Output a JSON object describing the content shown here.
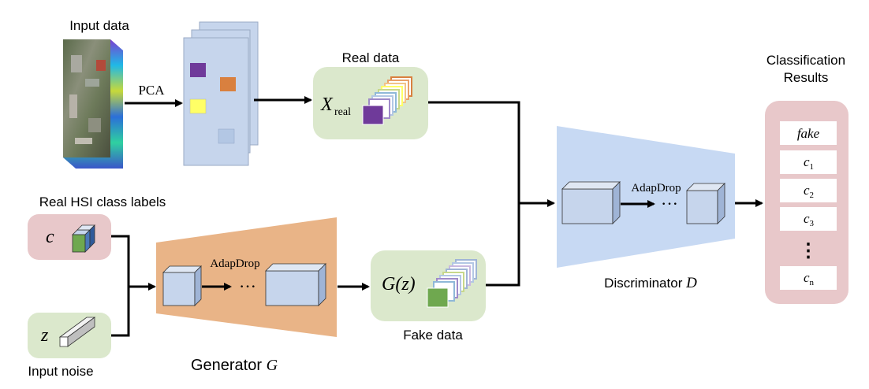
{
  "labels": {
    "input_data": "Input data",
    "pca": "PCA",
    "real_data": "Real data",
    "x_real_main": "X",
    "x_real_sub": "real",
    "real_hsi_labels": "Real HSI class labels",
    "c_label": "c",
    "z_label": "z",
    "input_noise": "Input noise",
    "generator_main": "Generator ",
    "generator_var": "G",
    "gz_label": "G(z)",
    "fake_data": "Fake data",
    "adapdrop_gen": "AdapDrop",
    "adapdrop_disc": "AdapDrop",
    "ellipsis_gen": "···",
    "ellipsis_disc": "···",
    "discriminator_main": "Discriminator ",
    "discriminator_var": "D",
    "classification_line1": "Classification",
    "classification_line2": "Results"
  },
  "results": {
    "fake": "fake",
    "c1_main": "c",
    "c1_sub": "1",
    "c2_main": "c",
    "c2_sub": "2",
    "c3_main": "c",
    "c3_sub": "3",
    "vdots": "⋮",
    "cn_main": "c",
    "cn_sub": "n"
  },
  "colors": {
    "green_box": "#dbe8cc",
    "pink_box": "#e8c8ca",
    "blue_layer": "#c6d5ec",
    "generator_orange": "#e9b487",
    "discriminator_blue": "#c7d9f3",
    "purple": "#6f3a9a",
    "orange_patch": "#d9803f",
    "yellow": "#ffff66",
    "light_blue_patch": "#b3c7e4",
    "green_cube": "#6fa84f",
    "arrow": "#000000"
  }
}
